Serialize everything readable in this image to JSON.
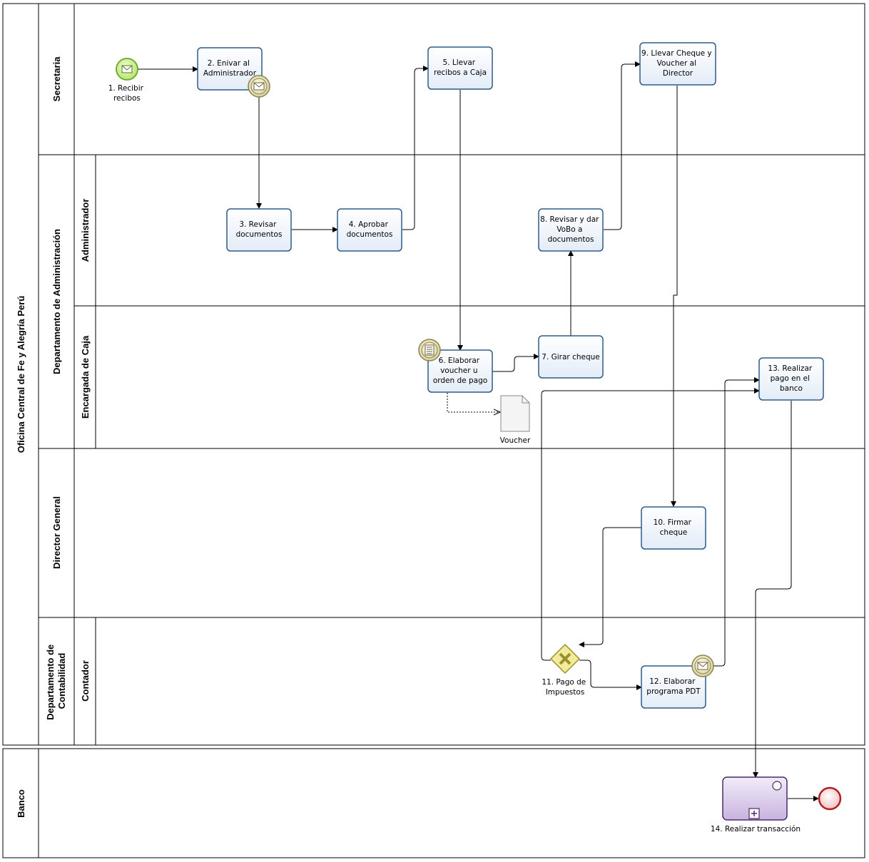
{
  "pools": {
    "main": "Oficina Central de Fe y Alegría Perú",
    "bank": "Banco"
  },
  "lanes": {
    "secretaria": "Secretaria",
    "depto_admin": "Departamento de Administración",
    "administrador": "Administrador",
    "caja": "Encargada de Caja",
    "director": "Director General",
    "depto_contab": [
      "Departamento de",
      "Contabilidad"
    ],
    "contador": "Contador"
  },
  "events": {
    "start": [
      "1. Recibir",
      "recibos"
    ],
    "gateway": [
      "11. Pago de",
      "Impuestos"
    ]
  },
  "tasks": {
    "t2": [
      "2. Enivar al",
      "Administrador"
    ],
    "t3": [
      "3. Revisar",
      "documentos"
    ],
    "t4": [
      "4. Aprobar",
      "documentos"
    ],
    "t5": [
      "5. Llevar",
      "recibos a Caja"
    ],
    "t6": [
      "6. Elaborar",
      "voucher u",
      "orden de pago"
    ],
    "t7": [
      "7. Girar cheque"
    ],
    "t8": [
      "8. Revisar  y dar",
      "VoBo a",
      "documentos"
    ],
    "t9": [
      "9. Llevar Cheque y",
      "Voucher al",
      "Director"
    ],
    "t10": [
      "10. Firmar",
      "cheque"
    ],
    "t12": [
      "12. Elaborar",
      "programa PDT"
    ],
    "t13": [
      "13. Realizar",
      "pago en el",
      "banco"
    ],
    "t14": "14. Realizar transacción"
  },
  "artifacts": {
    "voucher": "Voucher"
  },
  "colors": {
    "task_fill": "#eef3fb",
    "task_border": "#2f5b88",
    "start_event": "#8cc63f",
    "end_event": "#c0392b",
    "gateway": "#e8dc5a",
    "subprocess_fill": "#d8c8e8",
    "subprocess_border": "#4a2a6a",
    "intermediate_event": "#a8a070"
  }
}
